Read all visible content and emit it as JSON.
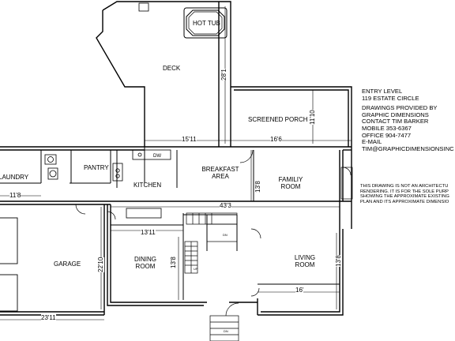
{
  "rooms": {
    "hot_tub": "HOT TUB",
    "deck": "DECK",
    "screened_porch": "SCREENED PORCH",
    "laundry": "LAUNDRY",
    "pantry": "PANTRY",
    "kitchen": "KITCHEN",
    "breakfast_line1": "BREAKFAST",
    "breakfast_line2": "AREA",
    "family_line1": "FAMILIY",
    "family_line2": "ROOM",
    "garage": "GARAGE",
    "dining_line1": "DINING",
    "dining_line2": "ROOM",
    "living_line1": "LIVING",
    "living_line2": "ROOM"
  },
  "dimensions": {
    "deck_depth": "28'1",
    "porch_depth": "11'10",
    "deck_width": "15'11",
    "porch_width": "16'6",
    "laundry_width": "11'8",
    "family_depth": "13'8",
    "house_width": "43'3",
    "dining_width": "13'11",
    "garage_depth": "22'10",
    "dining_depth": "13'8",
    "living_depth": "13'8",
    "living_width": "16'",
    "garage_width": "23'11"
  },
  "fixtures": {
    "dishwasher": "DW",
    "stair_up": "UP",
    "stair_dn": "DN",
    "stair_dn_front": "DN"
  },
  "notes": {
    "title": "ENTRY LEVEL",
    "address": "119 ESTATE CIRCLE",
    "lines": [
      "DRAWINGS PROVIDED BY",
      "GRAPHIC DIMENSIONS",
      "CONTACT TIM BARKER",
      "MOBILE 353-6367",
      "OFFICE 904-7477",
      "E-MAIL",
      "TIM@GRAPHICDIMENSIONSINC"
    ],
    "disclaimer": [
      "THIS DRAWING IS NOT AN ARCHITECTU",
      "RENDERING. IT IS FOR THE SOLE PURP",
      "SHOWING THE APPROXIMATE EXISTING",
      "PLAN AND ITS APPROXIMATE  DIMENSIO"
    ]
  }
}
